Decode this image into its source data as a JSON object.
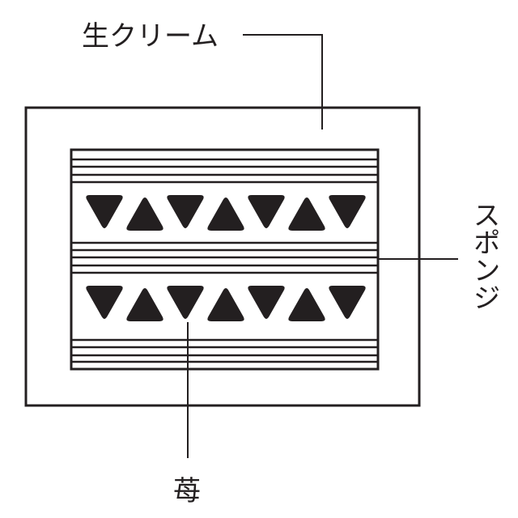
{
  "labels": {
    "cream": "生クリーム",
    "sponge": "スポンジ",
    "strawberry": "苺"
  },
  "colors": {
    "ink": "#231f20",
    "background": "#ffffff"
  },
  "structure": {
    "fruit_rows": [
      [
        "down",
        "up",
        "down",
        "up",
        "down",
        "up",
        "down"
      ],
      [
        "down",
        "up",
        "down",
        "up",
        "down",
        "up",
        "down"
      ]
    ]
  }
}
